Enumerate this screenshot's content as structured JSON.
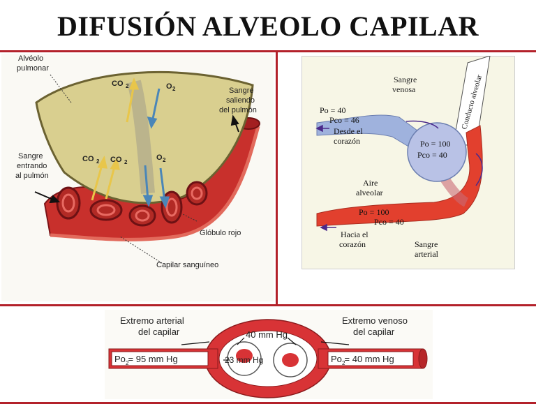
{
  "title": "DIFUSIÓN ALVEOLO CAPILAR",
  "panel_left": {
    "alveolo_line1": "Alvéolo",
    "alveolo_line2": "pulmonar",
    "co2_top": "CO",
    "o2_top": "O",
    "sangre_saliendo_1": "Sangre",
    "sangre_saliendo_2": "saliendo",
    "sangre_saliendo_3": "del pulmón",
    "co2_bottom_a": "CO",
    "co2_bottom_b": "CO",
    "o2_bottom": "O",
    "sub2": "2",
    "sangre_entrando_1": "Sangre",
    "sangre_entrando_2": "entrando",
    "sangre_entrando_3": "al pulmón",
    "globulo_rojo": "Glóbulo rojo",
    "capilar_sanguineo": "Capilar sanguíneo"
  },
  "panel_right": {
    "sangre_venosa_1": "Sangre",
    "sangre_venosa_2": "venosa",
    "conducto": "Conducto alveolar",
    "po_venosa": "Po  = 40",
    "pco_venosa": "Pco  = 46",
    "desde_1": "Desde el",
    "desde_2": "corazón",
    "po_alv": "Po  = 100",
    "pco_alv": "Pco  = 40",
    "aire_1": "Aire",
    "aire_2": "alveolar",
    "po_art": "Po  = 100",
    "pco_art": "Pco  = 40",
    "hacia_1": "Hacia el",
    "hacia_2": "corazón",
    "sangre_arterial_1": "Sangre",
    "sangre_arterial_2": "arterial"
  },
  "panel_bottom": {
    "extremo_arterial_1": "Extremo arterial",
    "extremo_arterial_2": "del capilar",
    "extremo_venoso_1": "Extremo venoso",
    "extremo_venoso_2": "del capilar",
    "po2_arterial": "Po  = 95 mm Hg",
    "po2_venoso": "Po  = 40 mm Hg",
    "mm40": "40 mm Hg",
    "mm23": "23 mm Hg",
    "sub2": "2"
  },
  "colors": {
    "frame": "#b3212a",
    "blood_red": "#c8302c",
    "alveolus": "#d9cf8f",
    "venous_blue": "#9fb2dd",
    "arterial_red": "#e2402e"
  }
}
